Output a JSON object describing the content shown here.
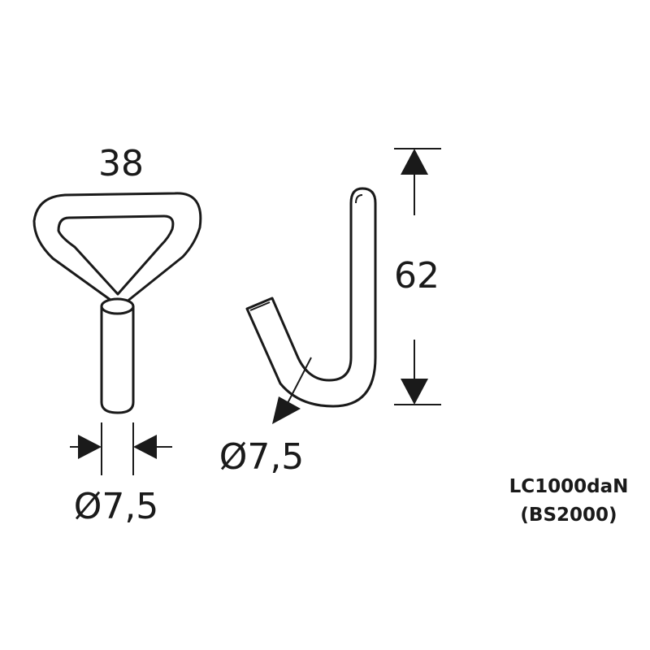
{
  "dimensions": {
    "width": "38",
    "height": "62",
    "shank_diameter": "Ø7,5",
    "hook_diameter": "Ø7,5"
  },
  "spec": {
    "load_capacity": "LC1000daN",
    "breaking_strength": "(BS2000)"
  },
  "colors": {
    "line": "#1a1a1a",
    "background": "#ffffff"
  }
}
